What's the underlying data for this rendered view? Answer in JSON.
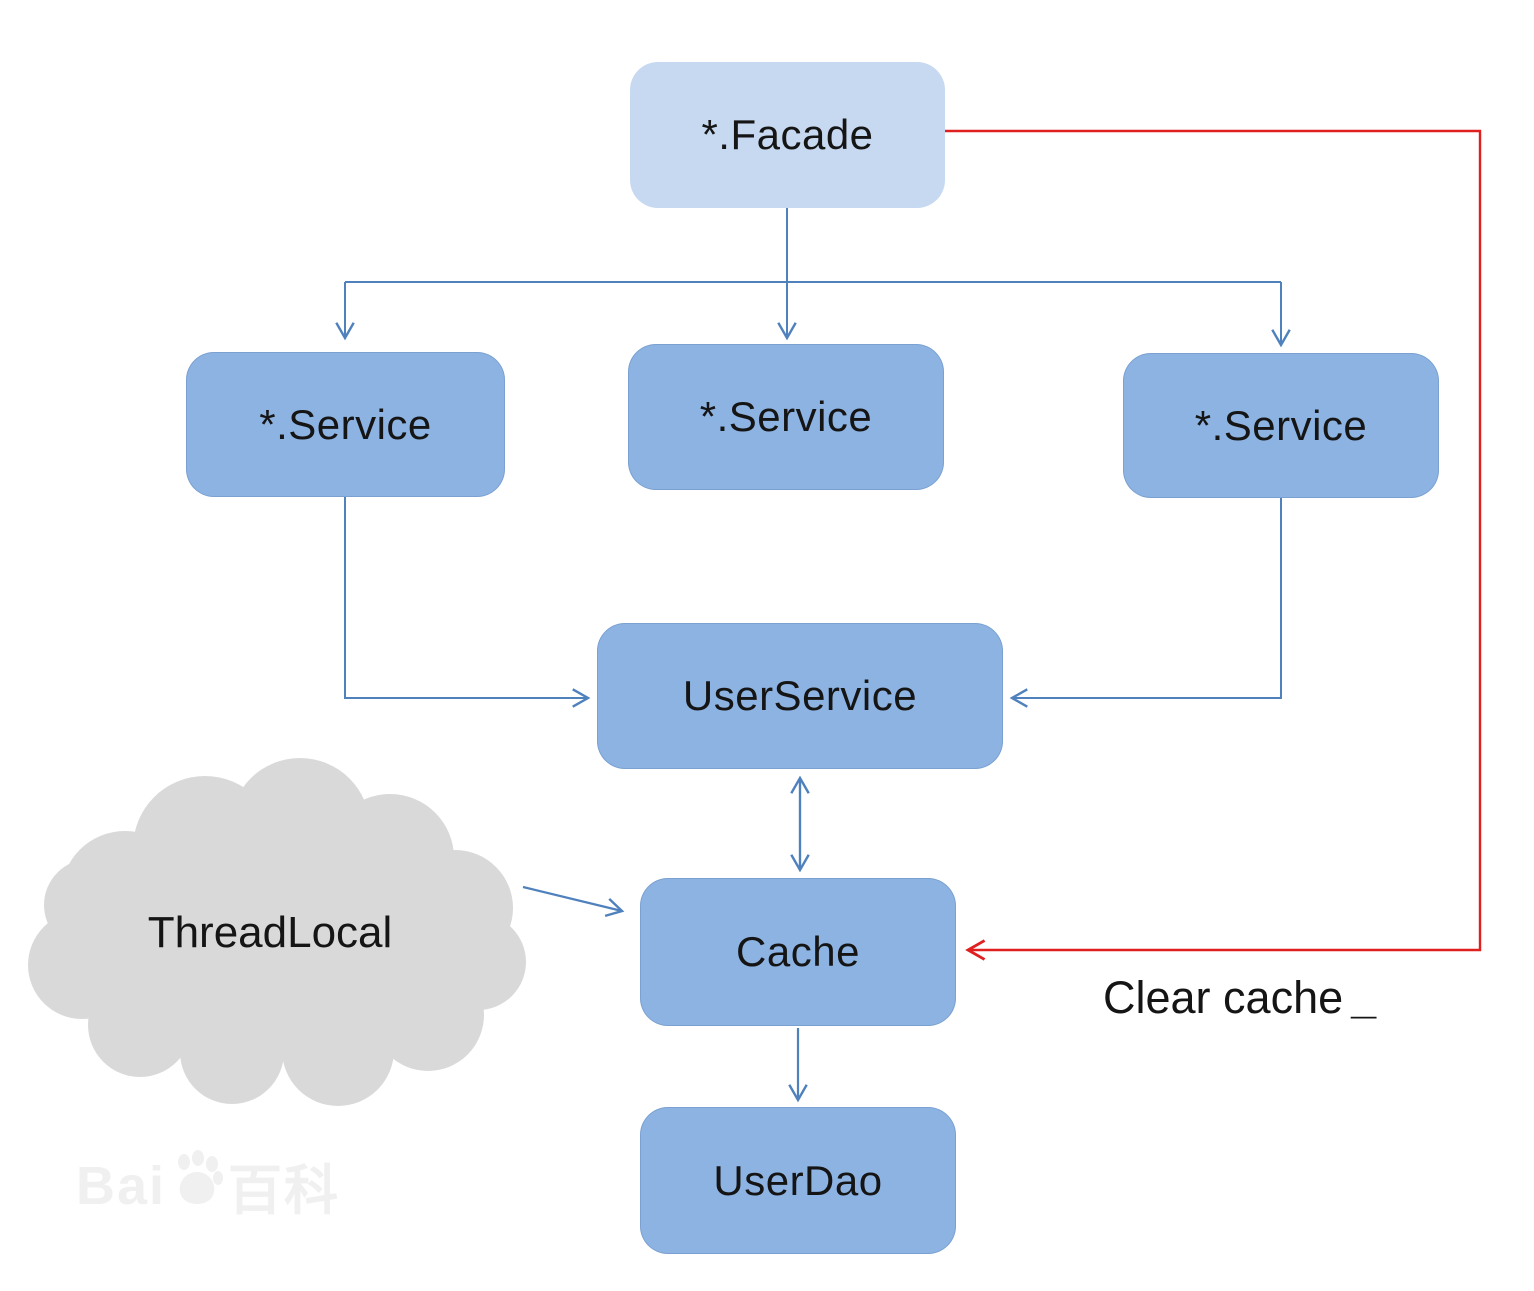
{
  "nodes": {
    "facade": {
      "label": "*.Facade",
      "fill": "#c6d9f1"
    },
    "service_left": {
      "label": "*.Service",
      "fill": "#8db3e2"
    },
    "service_mid": {
      "label": "*.Service",
      "fill": "#8db3e2"
    },
    "service_right": {
      "label": "*.Service",
      "fill": "#8db3e2"
    },
    "user_service": {
      "label": "UserService",
      "fill": "#8db3e2"
    },
    "cache": {
      "label": "Cache",
      "fill": "#8db3e2"
    },
    "user_dao": {
      "label": "UserDao",
      "fill": "#8db3e2"
    },
    "thread_local": {
      "label": "ThreadLocal",
      "fill": "#d9d9d9"
    }
  },
  "annotations": {
    "clear_cache": {
      "label": "Clear cache",
      "trailing_mark": "_"
    }
  },
  "edges": [
    {
      "from": "facade",
      "to": "service_left",
      "color": "blue",
      "style": "arrow"
    },
    {
      "from": "facade",
      "to": "service_mid",
      "color": "blue",
      "style": "arrow"
    },
    {
      "from": "facade",
      "to": "service_right",
      "color": "blue",
      "style": "arrow"
    },
    {
      "from": "service_left",
      "to": "user_service",
      "color": "blue",
      "style": "arrow"
    },
    {
      "from": "service_right",
      "to": "user_service",
      "color": "blue",
      "style": "arrow"
    },
    {
      "from": "user_service",
      "to": "cache",
      "color": "blue",
      "style": "double-arrow"
    },
    {
      "from": "cache",
      "to": "user_dao",
      "color": "blue",
      "style": "arrow"
    },
    {
      "from": "thread_local",
      "to": "cache",
      "color": "blue",
      "style": "arrow"
    },
    {
      "from": "facade",
      "to": "cache",
      "color": "red",
      "style": "arrow",
      "label": "Clear cache"
    }
  ],
  "colors": {
    "connector_blue": "#4f81bd",
    "connector_red": "#e01f1f",
    "node_blue_fill": "#8db3e2",
    "facade_fill": "#c6d9f1",
    "cloud_fill": "#d9d9d9",
    "text": "#151515"
  },
  "watermark": {
    "prefix": "Bai",
    "suffix": "百科"
  }
}
